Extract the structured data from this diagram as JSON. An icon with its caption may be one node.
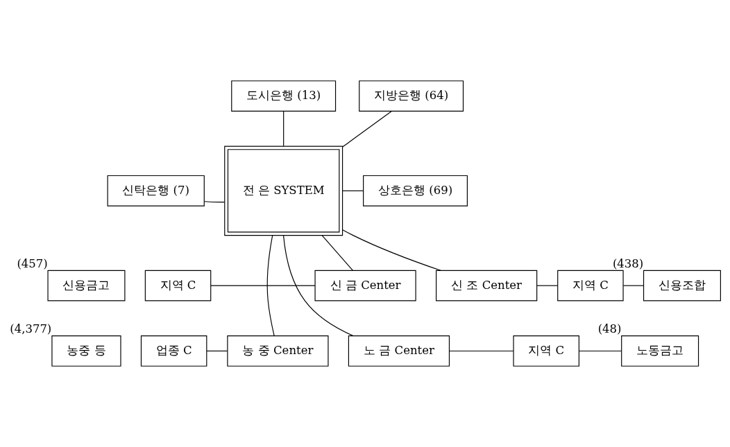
{
  "diagram": {
    "nodes": [
      {
        "text": [
          "전 은 SYSTEM"
        ]
      },
      {
        "text": [
          "도시은행 (13)"
        ]
      },
      {
        "text": [
          "신탁은행 (7)"
        ]
      },
      {
        "text": [
          "지방은행 (64)"
        ]
      },
      {
        "text": [
          "상호은행 (69)"
        ]
      },
      {
        "text": [
          "신용금고"
        ],
        "beside": [
          "(457)"
        ]
      },
      {
        "text": [
          "지역 C"
        ]
      },
      {
        "text": [
          "신 금 Center"
        ]
      },
      {
        "text": [
          "신 조 Center"
        ]
      },
      {
        "text": [
          "지역 C"
        ]
      },
      {
        "text": [
          "신용조합"
        ],
        "beside": [
          "(438)"
        ]
      },
      {
        "text": [
          "농중 등"
        ],
        "beside": [
          "(4,377)"
        ]
      },
      {
        "text": [
          "업종 C"
        ]
      },
      {
        "text": [
          "농 중 Center"
        ]
      },
      {
        "text": [
          "노 금 Center"
        ]
      },
      {
        "text": [
          "지역 C"
        ]
      },
      {
        "text": [
          "노동금고"
        ],
        "beside": [
          "(48)"
        ]
      }
    ],
    "edges": [
      {
        "from": 1,
        "to": 0,
        "arrow": "none"
      },
      {
        "from": 2,
        "to": 0,
        "arrow": "none"
      },
      {
        "from": 0,
        "to": 3,
        "arrow": "none"
      },
      {
        "from": 0,
        "to": 4,
        "arrow": "none"
      },
      {
        "from": 0,
        "to": 7,
        "arrow": "none"
      },
      {
        "from": 0,
        "to": 13,
        "arrow": "none"
      },
      {
        "from": 0,
        "to": 14,
        "arrow": "none"
      },
      {
        "from": 0,
        "to": 8,
        "arrow": "none"
      },
      {
        "from": 6,
        "to": 7,
        "arrow": "none"
      },
      {
        "from": 8,
        "to": 9,
        "arrow": "none"
      },
      {
        "from": 9,
        "to": 10,
        "arrow": "none"
      },
      {
        "from": 12,
        "to": 13,
        "arrow": "none"
      },
      {
        "from": 14,
        "to": 15,
        "arrow": "none"
      },
      {
        "from": 15,
        "to": 16,
        "arrow": "none"
      }
    ]
  }
}
